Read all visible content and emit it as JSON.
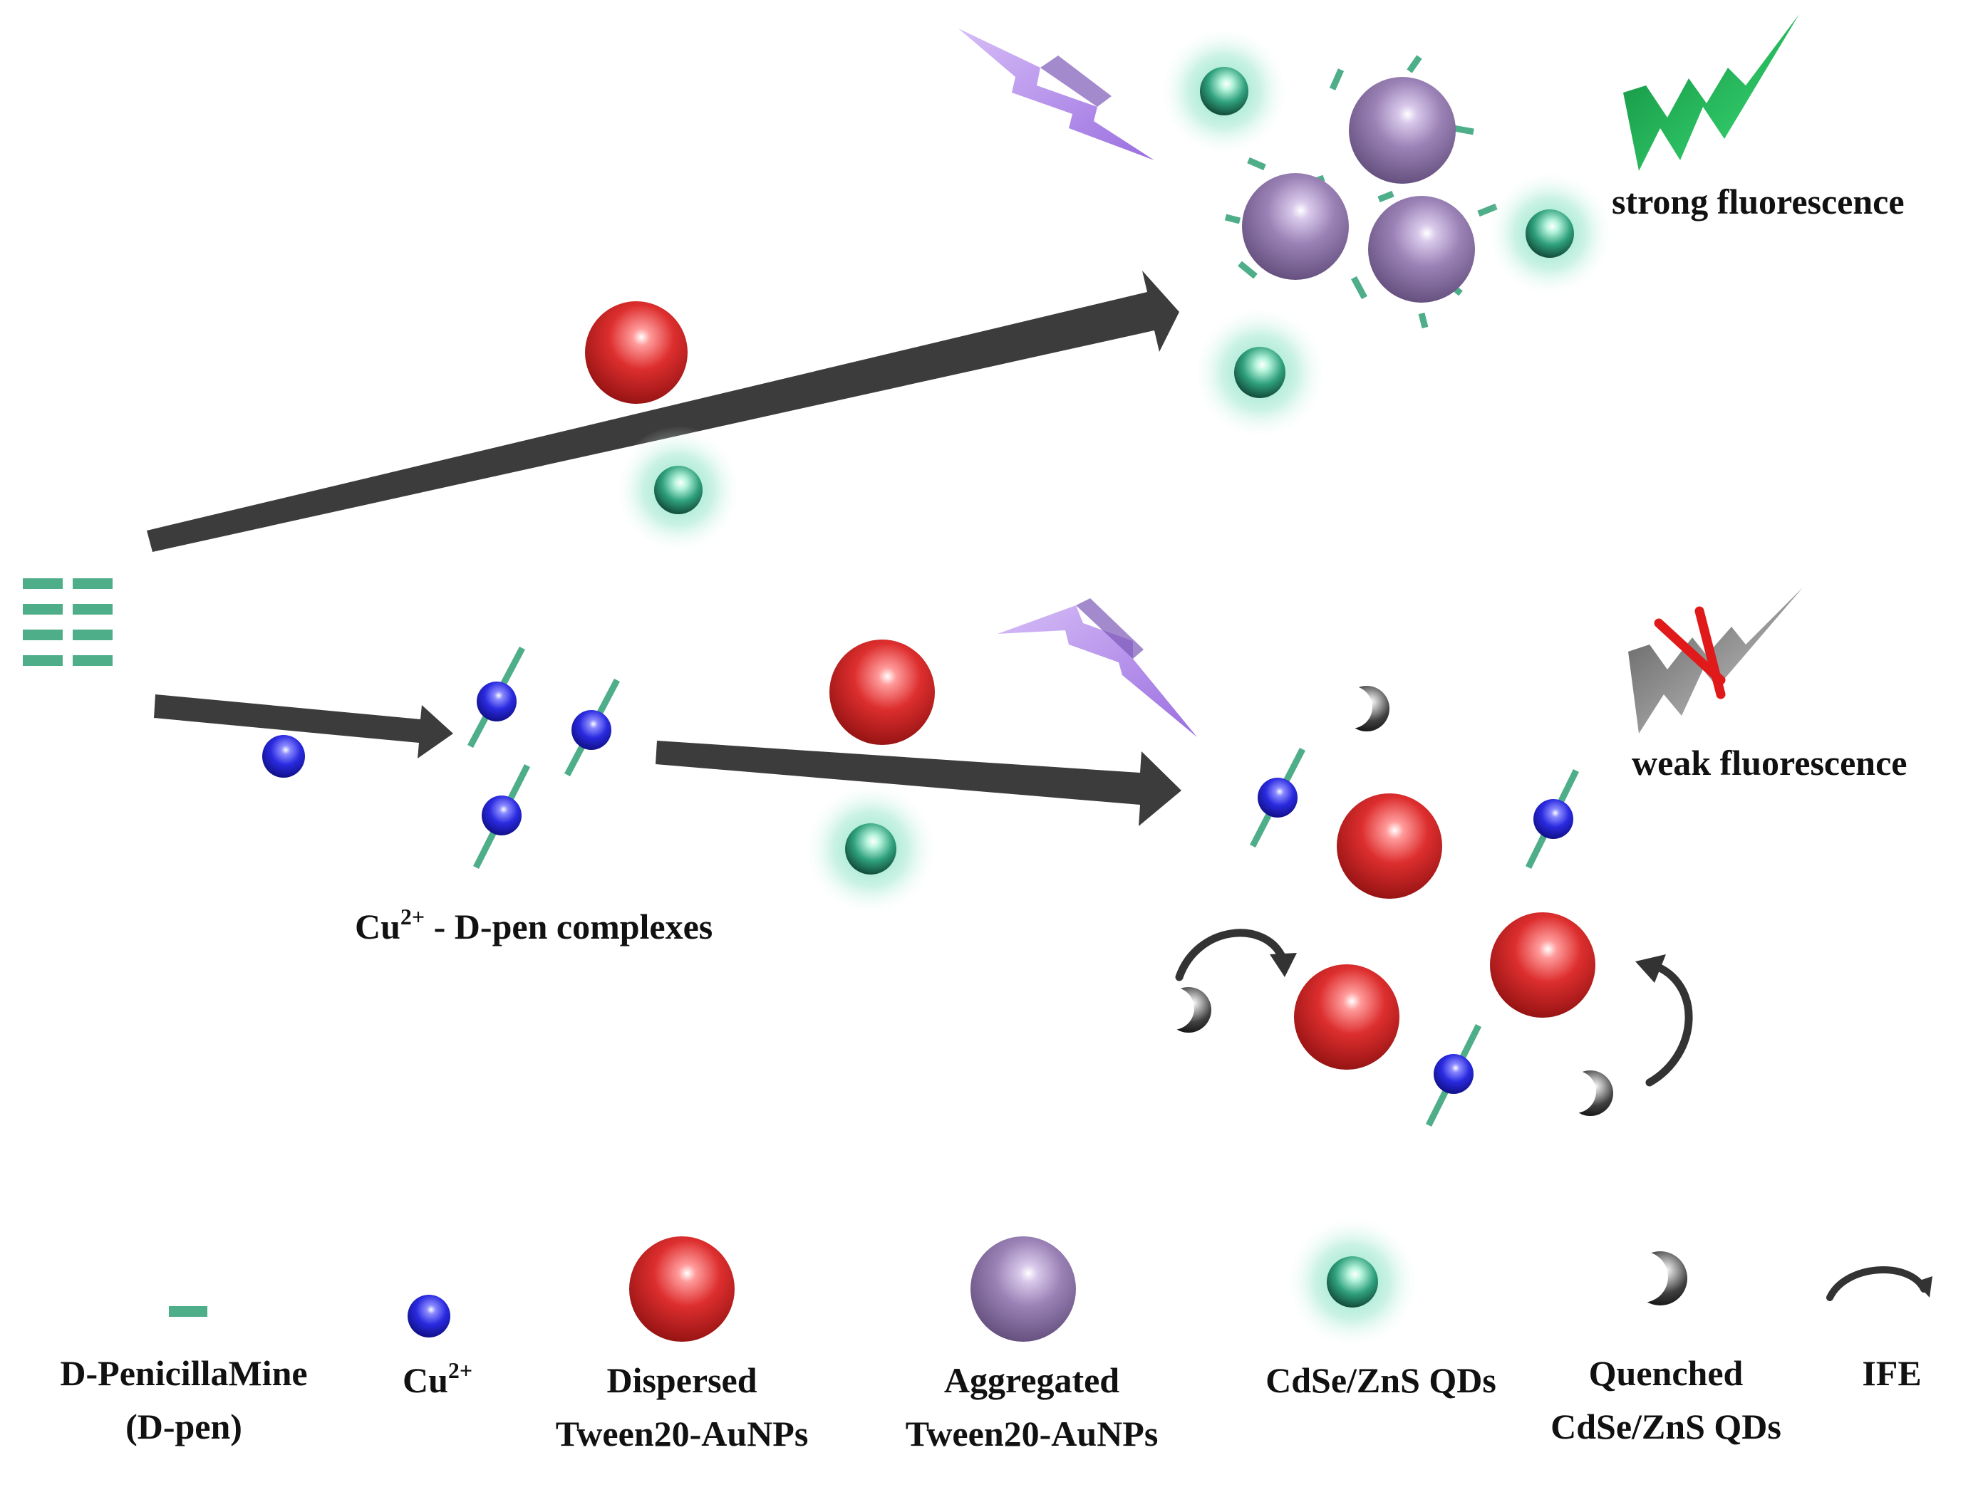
{
  "labels": {
    "strong": "strong fluorescence",
    "weak": "weak fluorescence",
    "complex_base": "Cu",
    "complex_sup": "2+",
    "complex_rest": " - D-pen complexes"
  },
  "legend": {
    "dpen": [
      "D-PenicillaMine",
      "(D-pen)"
    ],
    "cu_base": "Cu",
    "cu_sup": "2+",
    "dispersed": [
      "Dispersed",
      "Tween20-AuNPs"
    ],
    "aggregated": [
      "Aggregated",
      "Tween20-AuNPs"
    ],
    "qds": "CdSe/ZnS QDs",
    "quenched": [
      "Quenched",
      "CdSe/ZnS QDs"
    ],
    "ife": "IFE"
  },
  "colors": {
    "stick": "#4fae8a",
    "arrow": "#3c3c3c",
    "red_np": "#d12626",
    "purple_np": "#9a7fb4",
    "cu": "#2a2ae0",
    "qd": "#3db38a",
    "glow": "#7fe0c0",
    "lightning_violet": "#b28ef0",
    "lightning_green": "#22aa55",
    "cross": "#e01a1a"
  }
}
